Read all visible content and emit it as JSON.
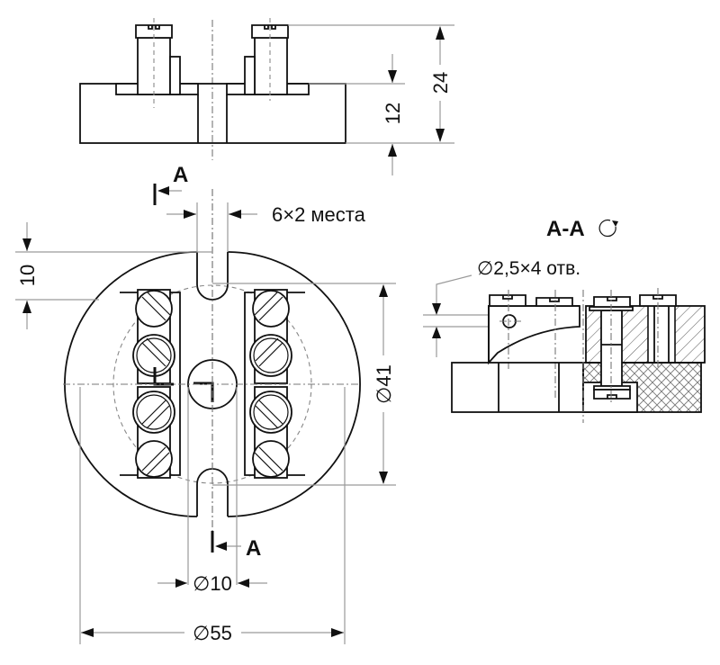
{
  "drawing": {
    "description": "Technical drawing of a round terminal block (ceramic base with screw clamps): front view, top view and section A-A",
    "views": {
      "front": {
        "name": "front-view"
      },
      "top": {
        "name": "top-view"
      },
      "section": {
        "name": "section-A-A",
        "title": "А-А",
        "rotation_symbol": "rotated-view-icon"
      }
    },
    "dimensions": {
      "total_height": "24",
      "base_height": "12",
      "slot_width": "6×2 места",
      "slot_depth": "10",
      "bolt_circle": "∅41",
      "center_hole": "∅10",
      "outer_diameter": "∅55",
      "holes_note": "∅2,5×4 отв."
    },
    "section_marks": {
      "top": "А",
      "bottom": "А"
    },
    "terminals": {
      "per_side": 4,
      "sides": 2
    }
  }
}
